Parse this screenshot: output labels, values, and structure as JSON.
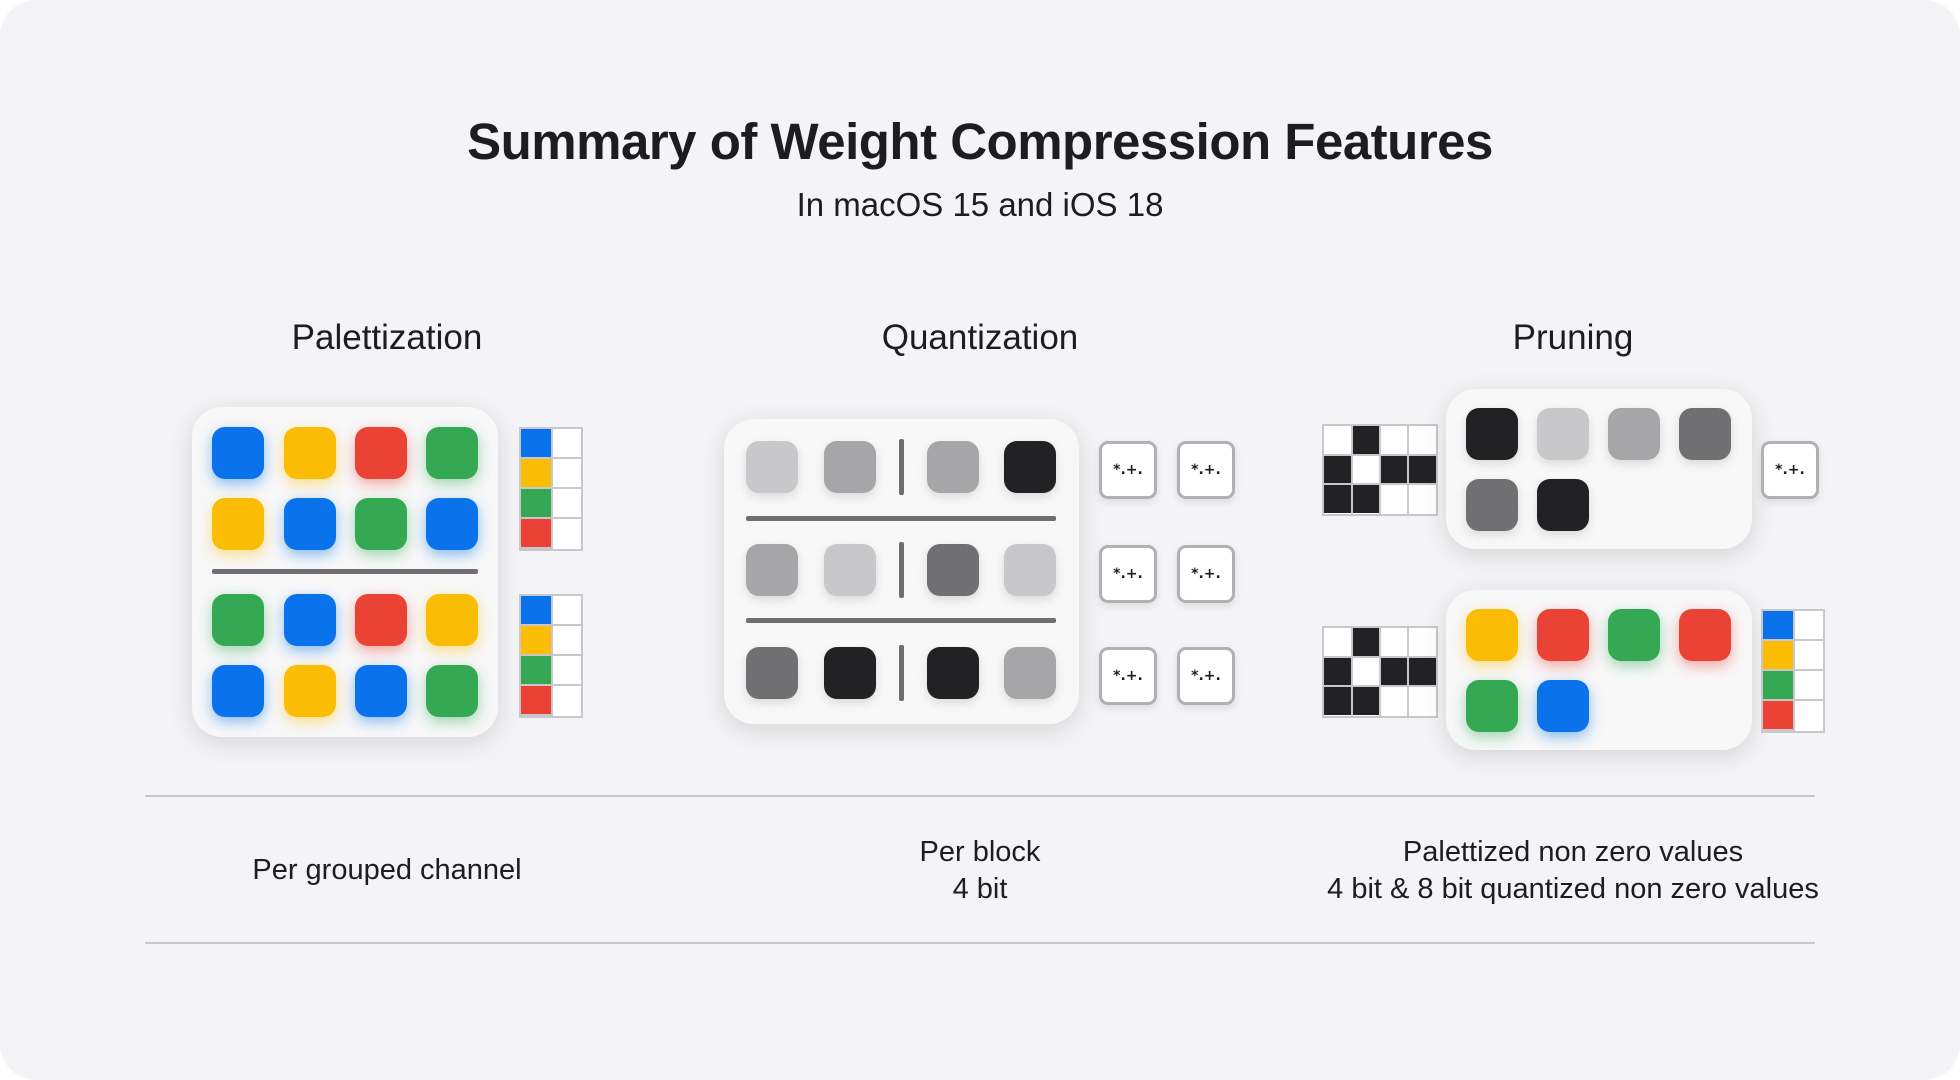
{
  "header": {
    "title": "Summary of Weight Compression Features",
    "subtitle": "In macOS 15 and iOS 18"
  },
  "columns": [
    {
      "heading": "Palettization",
      "footer": [
        "Per grouped channel"
      ]
    },
    {
      "heading": "Quantization",
      "footer": [
        "Per block",
        "4 bit"
      ]
    },
    {
      "heading": "Pruning",
      "footer": [
        "Palettized non zero values",
        "4 bit & 8 bit quantized non zero values"
      ]
    }
  ],
  "scale_symbol": "*.+.",
  "colors": {
    "blue": "#0a72ea",
    "yellow": "#fbbc05",
    "red": "#ea4335",
    "green": "#34a853",
    "gray_light": "#c8c8ca",
    "gray_mid": "#a6a6a8",
    "gray_dark": "#707072",
    "black": "#222224"
  }
}
